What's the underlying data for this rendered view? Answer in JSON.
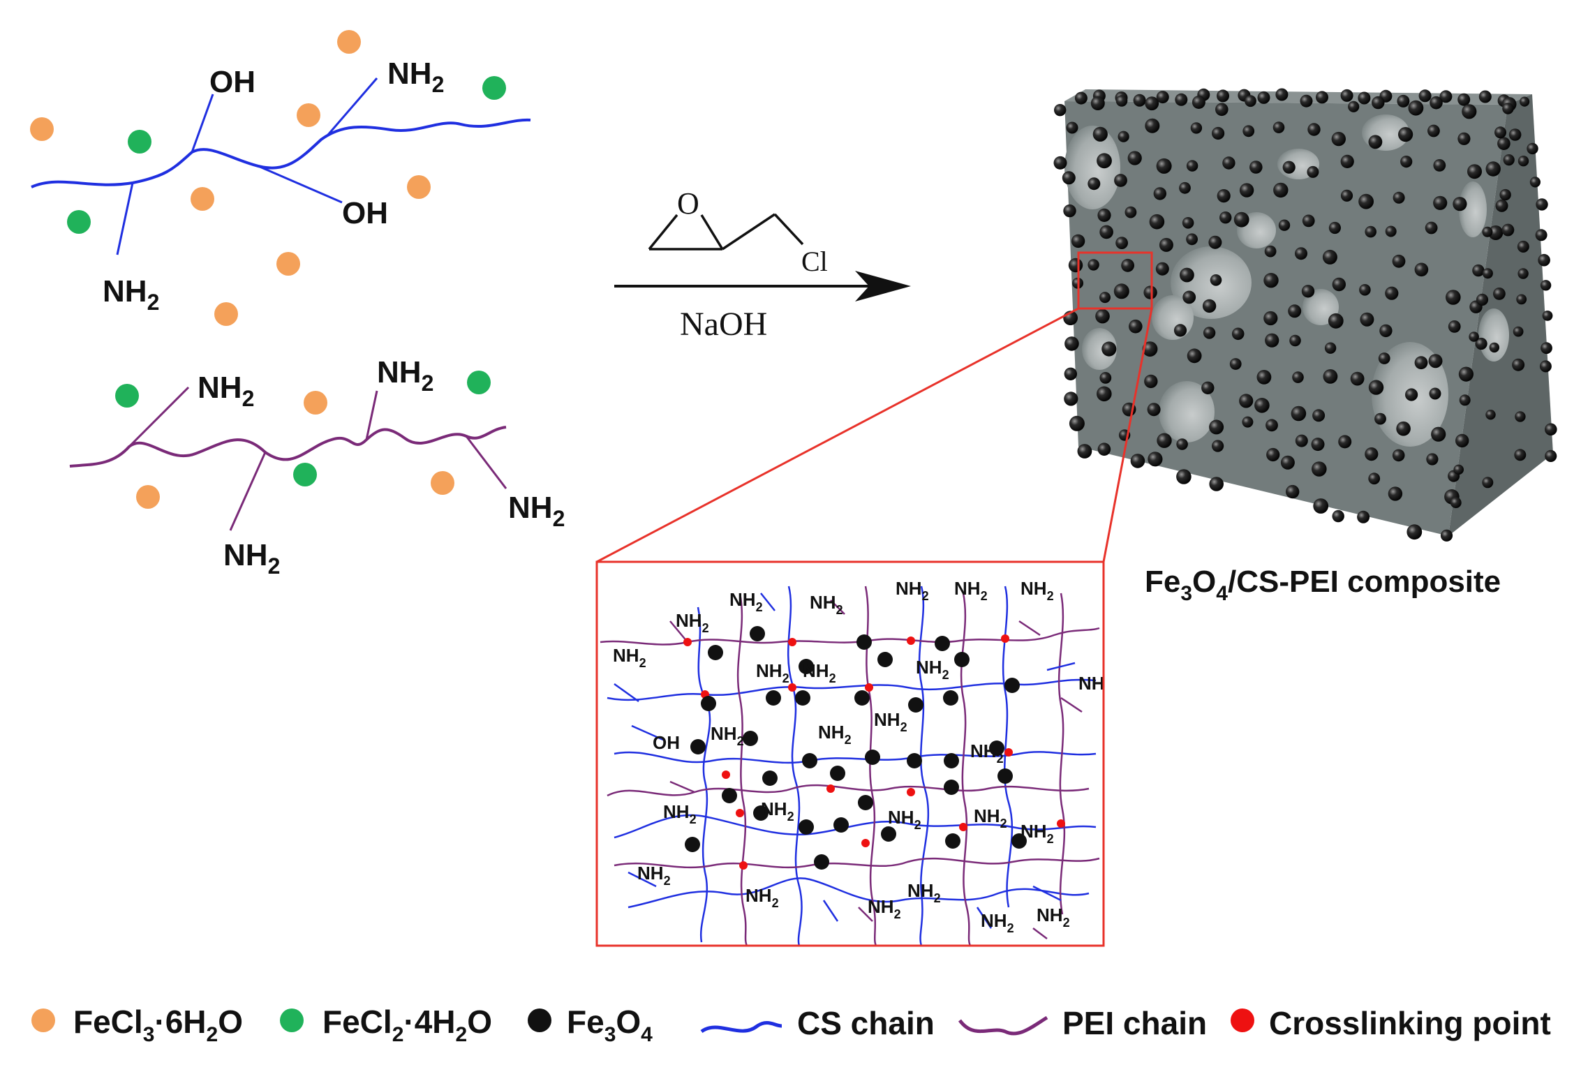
{
  "colors": {
    "fecl3": "#f4a15a",
    "fecl2": "#20b25a",
    "fe3o4": "#111111",
    "cs_chain": "#1f2fe0",
    "pei_chain": "#7a2a78",
    "crosslink": "#ee1111",
    "zoom_box": "#e8322a",
    "cube_front": "#737c7c",
    "cube_top": "#8a9292",
    "cube_side": "#5d6565"
  },
  "groups": {
    "nh2_main": "NH",
    "nh2_sub": "2",
    "oh": "OH"
  },
  "reagents": {
    "ring_atom": "O",
    "chloride": "Cl",
    "base": "NaOH"
  },
  "product": {
    "label_a": "Fe",
    "label_a_sub": "3",
    "label_b": "O",
    "label_b_sub": "4",
    "label_c": "/CS-PEI composite"
  },
  "legend": {
    "fecl3": {
      "a": "FeCl",
      "a_sub": "3",
      "b": "·6H",
      "b_sub": "2",
      "c": "O"
    },
    "fecl2": {
      "a": "FeCl",
      "a_sub": "2",
      "b": "·4H",
      "b_sub": "2",
      "c": "O"
    },
    "fe3o4": {
      "a": "Fe",
      "a_sub": "3",
      "b": "O",
      "b_sub": "4"
    },
    "cs": "CS chain",
    "pei": "PEI chain",
    "crosslink": "Crosslinking point"
  }
}
